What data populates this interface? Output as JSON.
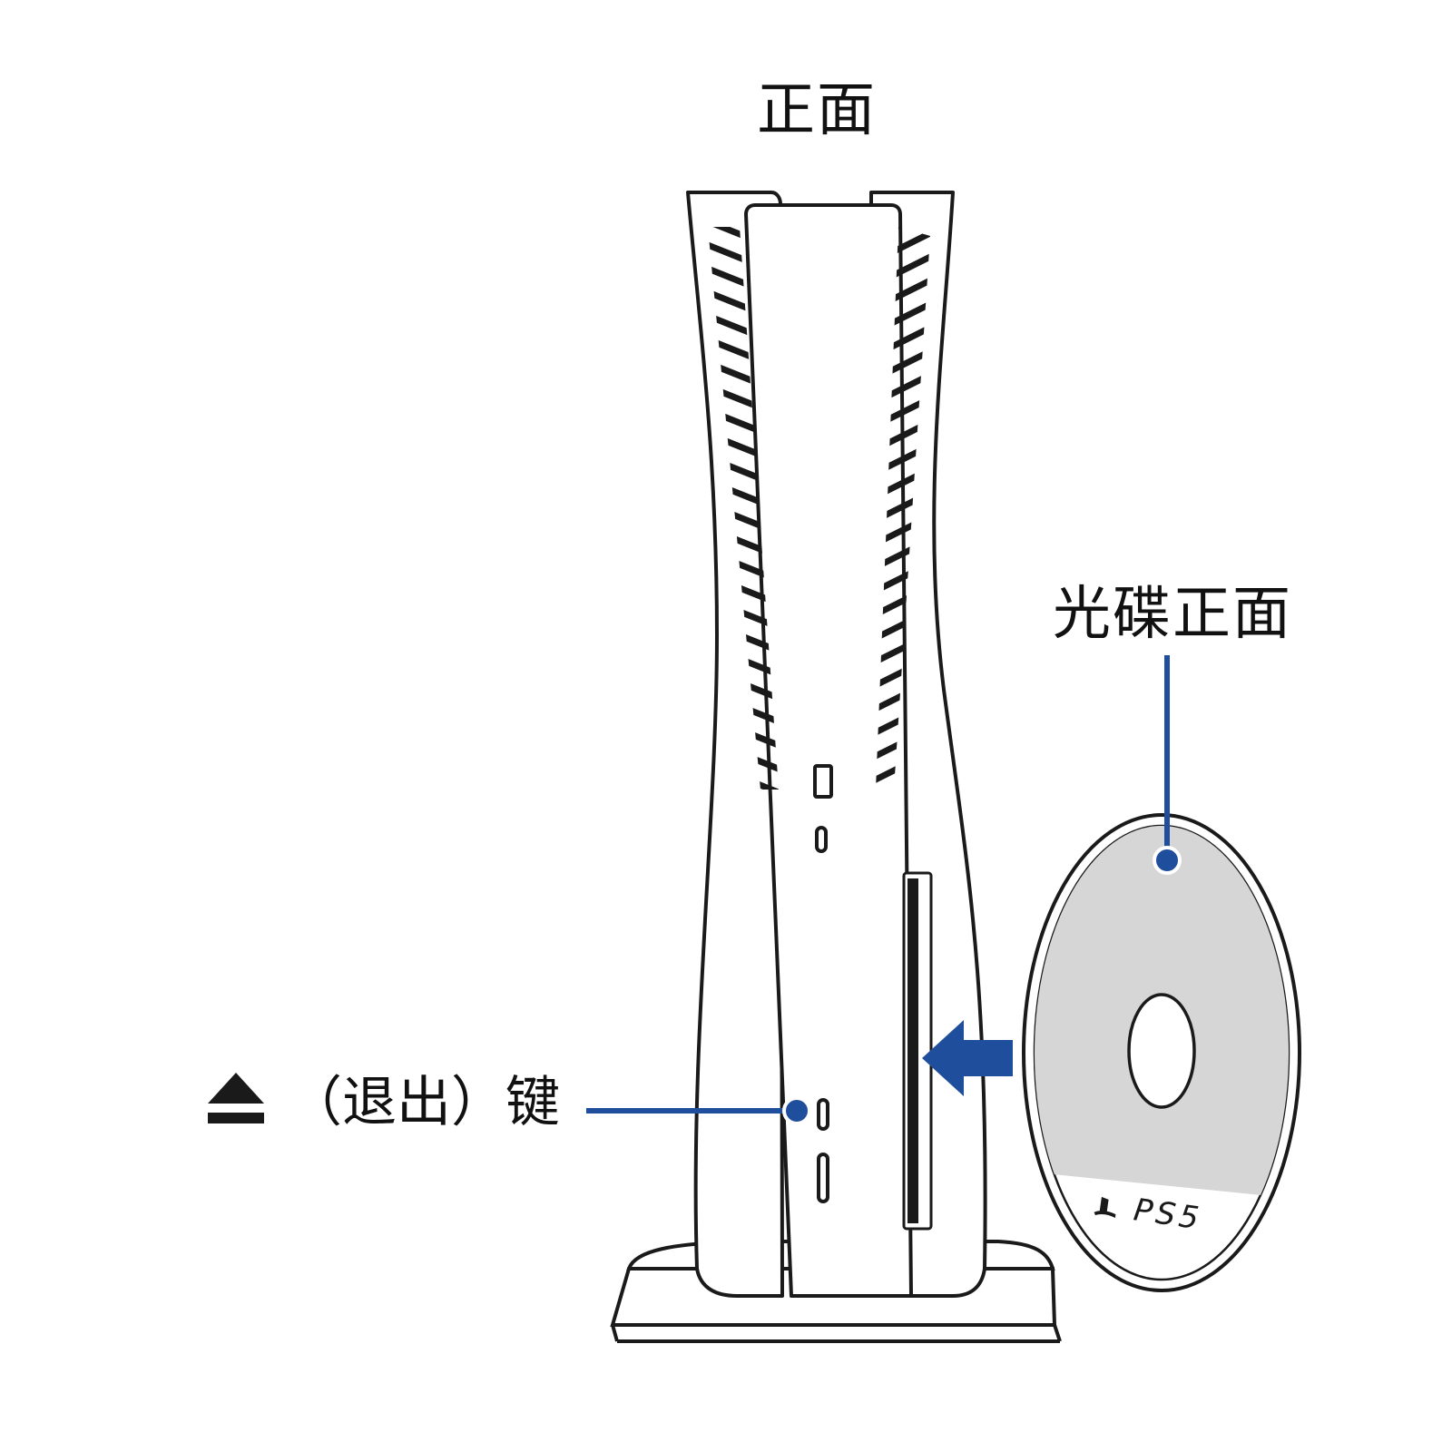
{
  "diagram": {
    "title": "正面",
    "disc_label": "光碟正面",
    "eject_label": "（退出）键",
    "disc_logo_text": "PS5",
    "colors": {
      "accent": "#1f4e9c",
      "outline": "#1a1a1a",
      "disc_fill": "#d6d6d6",
      "background": "#ffffff"
    },
    "icons": [
      "eject-icon",
      "arrow-left-icon",
      "playstation-logo-icon"
    ]
  }
}
